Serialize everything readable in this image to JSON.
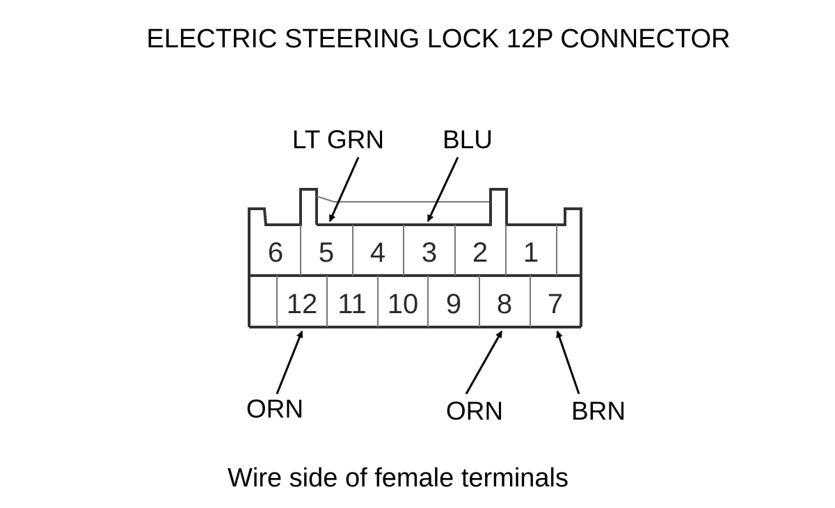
{
  "title": "ELECTRIC STEERING LOCK 12P CONNECTOR",
  "caption": "Wire side of female terminals",
  "top_row_pins": [
    "6",
    "5",
    "4",
    "3",
    "2",
    "1"
  ],
  "bottom_row_pins": [
    "12",
    "11",
    "10",
    "9",
    "8",
    "7"
  ],
  "wire_labels": {
    "pin5": "LT GRN",
    "pin3": "BLU",
    "pin12": "ORN",
    "pin8": "ORN",
    "pin7": "BRN"
  }
}
